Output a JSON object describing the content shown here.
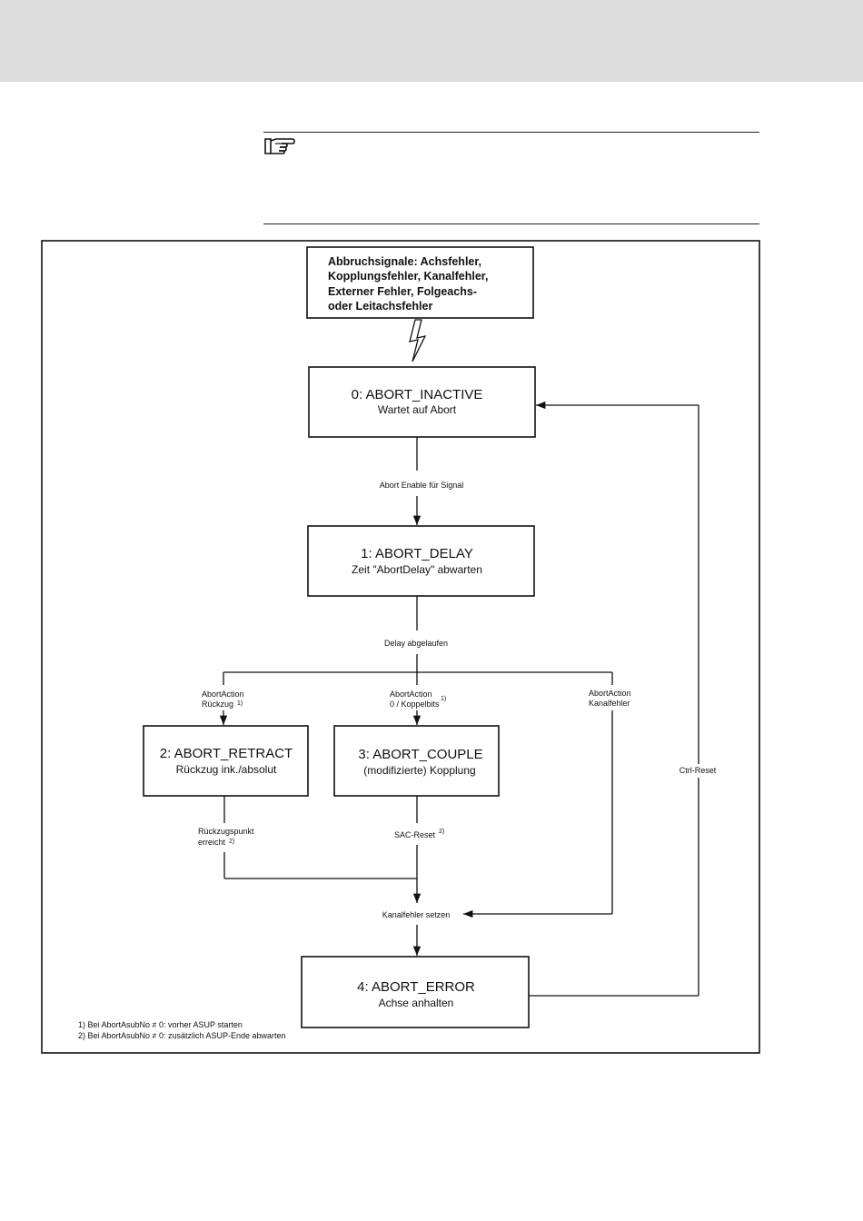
{
  "signal_box": {
    "line1": "Abbruchsignale: Achsfehler,",
    "line2": "Kopplungsfehler, Kanalfehler,",
    "line3": "Externer Fehler, Folgeachs-",
    "line4": "oder Leitachsfehler"
  },
  "states": [
    {
      "title": "0: ABORT_INACTIVE",
      "subtitle": "Wartet auf Abort"
    },
    {
      "title": "1: ABORT_DELAY",
      "subtitle": "Zeit \"AbortDelay\" abwarten"
    },
    {
      "title": "2: ABORT_RETRACT",
      "subtitle": "Rückzug ink./absolut"
    },
    {
      "title": "3: ABORT_COUPLE",
      "subtitle": "(modifizierte) Kopplung"
    },
    {
      "title": "4: ABORT_ERROR",
      "subtitle": "Achse anhalten"
    }
  ],
  "transitions": {
    "abort_enable": "Abort Enable für Signal",
    "delay_done": "Delay abgelaufen",
    "retract_line1": "AbortAction",
    "retract_line2": "Rückzug",
    "retract_sup": "1)",
    "couple_line1": "AbortAction",
    "couple_line2": "0 / Koppelbits",
    "couple_sup": "1)",
    "channel_line1": "AbortAction",
    "channel_line2": "Kanalfehler",
    "retract_point_line1": "Rückzugspunkt",
    "retract_point_line2": "erreicht",
    "retract_point_sup": "2)",
    "sac_reset": "SAC-Reset",
    "sac_reset_sup": "2)",
    "set_channel_error": "Kanalfehler setzen",
    "ctrl_reset": "Ctrl-Reset"
  },
  "footnotes": [
    "1) Bei AbortAsubNo ≠ 0: vorher ASUP starten",
    "2) Bei AbortAsubNo ≠ 0: zusätzlich ASUP-Ende abwarten"
  ],
  "icons": {
    "note": "pointing-hand-icon"
  }
}
